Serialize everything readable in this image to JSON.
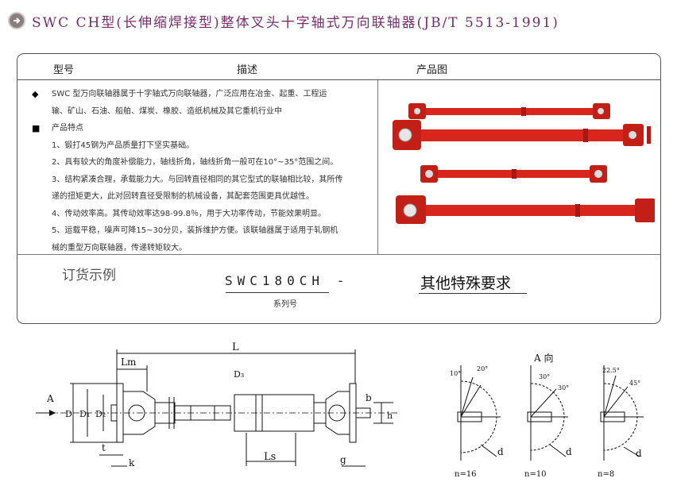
{
  "title": "SWC  CH型(长伸缩焊接型)整体叉头十字轴式万向联轴器(JB/T 5513-1991)",
  "table": {
    "header_model": "型号",
    "header_desc": "描述",
    "header_image": "产品图",
    "description_lines": [
      "SWC 型万向联轴器属于十字轴式万向联轴器，广泛应用在冶金、起重、工程运",
      "输、矿山、石油、船舶、煤炭、橡胶、造纸机械及其它重机行业中",
      "产品特点",
      "1、锻打45钢为产品质量打下坚实基础。",
      "2、具有较大的角度补偿能力，轴线折角，轴线折角一般可在10°~35°范围之间。",
      "3、结构紧凑合理，承载能力大。与回转直径相同的其它型式的联轴相比较，其所传",
      "递的扭矩更大，此对回转直径受限制的机械设备，其配套范围更具优越性。",
      "4、传动效率高。其传动效率达98-99.8％，用于大功率传动，节能效果明显。",
      "5、运载平稳，噪声可降15~30分贝，装拆维护方便。该联轴器属于适用于轧钢机",
      "械的重型万向联轴器，传递转矩较大。"
    ],
    "bullet_diamond": "◆",
    "bullet_square": "■"
  },
  "order": {
    "label": "订货示例",
    "code": "SWC180CH -",
    "special": "其他特殊要求",
    "series_label": "系列号"
  },
  "drawing_labels": {
    "L": "L",
    "Lm": "Lm",
    "Ls": "Ls",
    "A": "A",
    "D": "D",
    "D1": "D₁",
    "D2": "D₂",
    "D3": "D₃",
    "b": "b",
    "h": "h",
    "t": "t",
    "k": "k",
    "g": "g",
    "a_dir": "A 向",
    "d": "d",
    "n16": "n=16",
    "n10": "n=10",
    "n8": "n=8",
    "ang10": "10°",
    "ang20": "20°",
    "ang30a": "30°",
    "ang30b": "30°",
    "ang22": "22.5°",
    "ang45": "45°"
  },
  "colors": {
    "shaft_red": "#d8261c",
    "title_purple": "#7a2a6e"
  }
}
